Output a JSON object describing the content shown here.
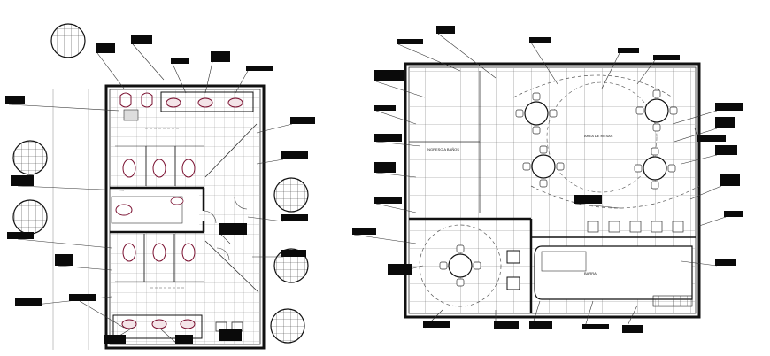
{
  "drawing": {
    "title": "",
    "plans": [
      {
        "id": "restroom-plan"
      },
      {
        "id": "dining-plan"
      }
    ],
    "room_labels": [
      "INGRESO A BAÑOS",
      "AREA DE MESAS",
      "BARRA"
    ],
    "colors": {
      "line": "#111111",
      "hatch": "#555555",
      "fixture": "#7a1030",
      "grid": "#888888"
    }
  }
}
